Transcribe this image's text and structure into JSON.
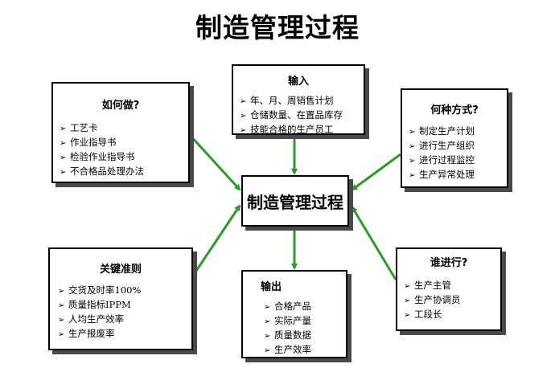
{
  "title": "制造管理过程",
  "arrow_color": "#2e9a2e",
  "bullet": "➢",
  "center": {
    "label": "制造管理过程"
  },
  "boxes": {
    "how": {
      "title": "如何做?",
      "items": [
        "工艺卡",
        "作业指导书",
        "检验作业指导书",
        "不合格品处理办法"
      ]
    },
    "input": {
      "title": "输入",
      "items": [
        "年、月、周销售计划",
        "仓储数量、在置品库存",
        "技能合格的生产员工"
      ]
    },
    "method": {
      "title": "何种方式?",
      "items": [
        "制定生产计划",
        "进行生产组织",
        "进行过程监控",
        "生产异常处理"
      ]
    },
    "kpi": {
      "title": "关键准则",
      "items": [
        "交货及时率100%",
        "质量指标IPPM",
        "人均生产效率",
        "生产报废率"
      ]
    },
    "output": {
      "title": "输出",
      "items": [
        "合格产品",
        "实际产量",
        "质量数据",
        "生产效率"
      ]
    },
    "who": {
      "title": "谁进行?",
      "items": [
        "生产主管",
        "生产协调员",
        "工段长"
      ]
    }
  }
}
